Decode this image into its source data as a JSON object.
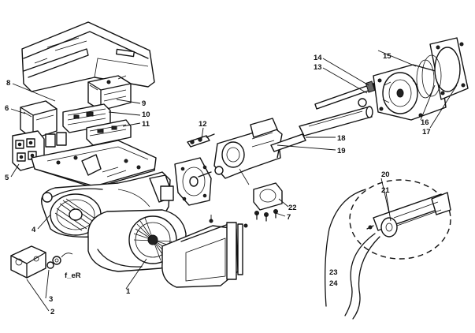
{
  "diagram": {
    "labels": [
      "1",
      "2",
      "3",
      "4",
      "5",
      "6",
      "7",
      "8",
      "9",
      "10",
      "11",
      "12",
      "13",
      "14",
      "15",
      "16",
      "17",
      "18",
      "19",
      "20",
      "21",
      "22",
      "23",
      "24"
    ],
    "annotation": "f_eR"
  }
}
